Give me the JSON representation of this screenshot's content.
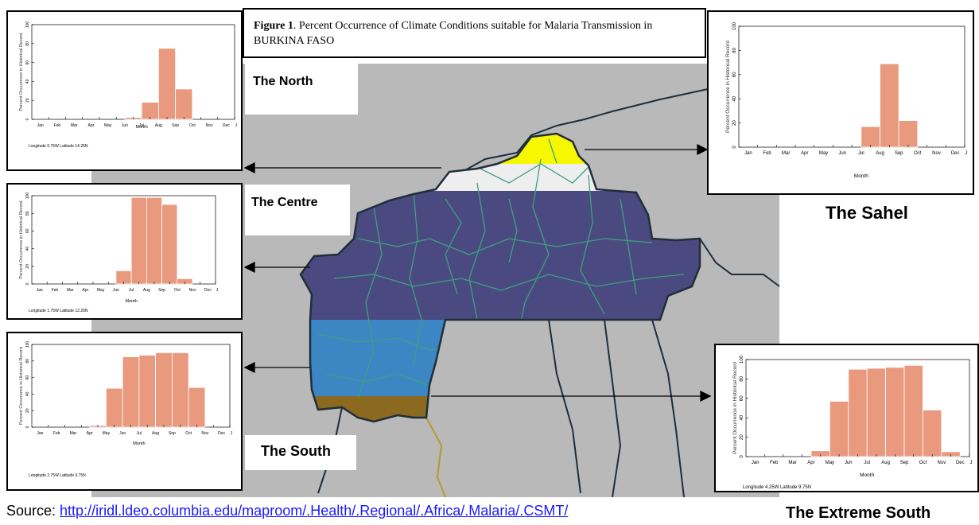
{
  "figure": {
    "label": "Figure 1",
    "caption": ". Percent Occurrence of Climate Conditions suitable for Malaria Transmission in BURKINA FASO"
  },
  "regions": {
    "north": "The North",
    "centre": "The Centre",
    "sahel": "The Sahel",
    "south": "The South",
    "extreme_south": "The Extreme South"
  },
  "source": {
    "prefix": "Source: ",
    "url": "http://iridl.ldeo.columbia.edu/maproom/.Health/.Regional/.Africa/.Malaria/.CSMT/"
  },
  "colors": {
    "bar": "#e99a7e",
    "sahel_band": "#f7f700",
    "north_band": "#eeeeee",
    "centre_band": "#4a4a80",
    "south_band": "#3c86c4",
    "extreme_band": "#8b6a20",
    "background": "#b9b9b9"
  },
  "chart_data": [
    {
      "type": "bar",
      "region": "north",
      "categories": [
        "Jan",
        "Feb",
        "Mar",
        "Apr",
        "May",
        "Jun",
        "Jul",
        "Aug",
        "Sep",
        "Oct",
        "Nov",
        "Dec",
        "J"
      ],
      "values": [
        0,
        0,
        0,
        0,
        0,
        2,
        18,
        75,
        32,
        0,
        0,
        0
      ],
      "ylabel": "Percent Occurrence in Historical Record",
      "xlabel": "Month",
      "yticks": [
        "0",
        "20",
        "40",
        "60",
        "80",
        "100"
      ],
      "ylim": [
        0,
        100
      ],
      "footer": "Longitude 0.75W Latitude 14.25N"
    },
    {
      "type": "bar",
      "region": "centre",
      "categories": [
        "Jan",
        "Feb",
        "Mar",
        "Apr",
        "May",
        "Jun",
        "Jul",
        "Aug",
        "Sep",
        "Oct",
        "Nov",
        "Dec",
        "J"
      ],
      "values": [
        0,
        0,
        0,
        0,
        0,
        15,
        98,
        98,
        90,
        6,
        0,
        0
      ],
      "ylabel": "Percent Occurrence in Historical Record",
      "xlabel": "Month",
      "yticks": [
        "0",
        "20",
        "40",
        "60",
        "80",
        "100"
      ],
      "ylim": [
        0,
        100
      ],
      "footer": "Longitude 1.75W Latitude 12.25N"
    },
    {
      "type": "bar",
      "region": "south",
      "categories": [
        "Jan",
        "Feb",
        "Mar",
        "Apr",
        "May",
        "Jun",
        "Jul",
        "Aug",
        "Sep",
        "Oct",
        "Nov",
        "Dec",
        "J"
      ],
      "values": [
        0,
        0,
        0,
        2,
        47,
        85,
        87,
        90,
        90,
        48,
        0,
        0
      ],
      "ylabel": "Percent Occurrence in Historical Record",
      "xlabel": "Month",
      "yticks": [
        "0",
        "20",
        "40",
        "60",
        "80",
        "100"
      ],
      "ylim": [
        0,
        100
      ],
      "footer": "Longitude 2.75W Latitude 9.75N"
    },
    {
      "type": "bar",
      "region": "sahel",
      "categories": [
        "Jan",
        "Feb",
        "Mar",
        "Apr",
        "May",
        "Jun",
        "Jul",
        "Aug",
        "Sep",
        "Oct",
        "Nov",
        "Dec",
        "J"
      ],
      "values": [
        0,
        0,
        0,
        0,
        0,
        0,
        17,
        69,
        22,
        0,
        0,
        0
      ],
      "ylabel": "Percent Occurrence in Historical Record",
      "xlabel": "Month",
      "yticks": [
        "0",
        "20",
        "40",
        "60",
        "80",
        "100"
      ],
      "ylim": [
        0,
        100
      ],
      "footer": ""
    },
    {
      "type": "bar",
      "region": "extreme_south",
      "categories": [
        "Jan",
        "Feb",
        "Mar",
        "Apr",
        "May",
        "Jun",
        "Jul",
        "Aug",
        "Sep",
        "Oct",
        "Nov",
        "Dec",
        "J"
      ],
      "values": [
        0,
        0,
        0,
        6,
        57,
        90,
        91,
        92,
        94,
        48,
        5,
        0
      ],
      "ylabel": "Percent Occurrence in Historical Record",
      "xlabel": "Month",
      "yticks": [
        "0",
        "20",
        "40",
        "60",
        "80",
        "100"
      ],
      "ylim": [
        0,
        100
      ],
      "footer": "Longitude 4.25W Latitude 9.75N"
    }
  ]
}
